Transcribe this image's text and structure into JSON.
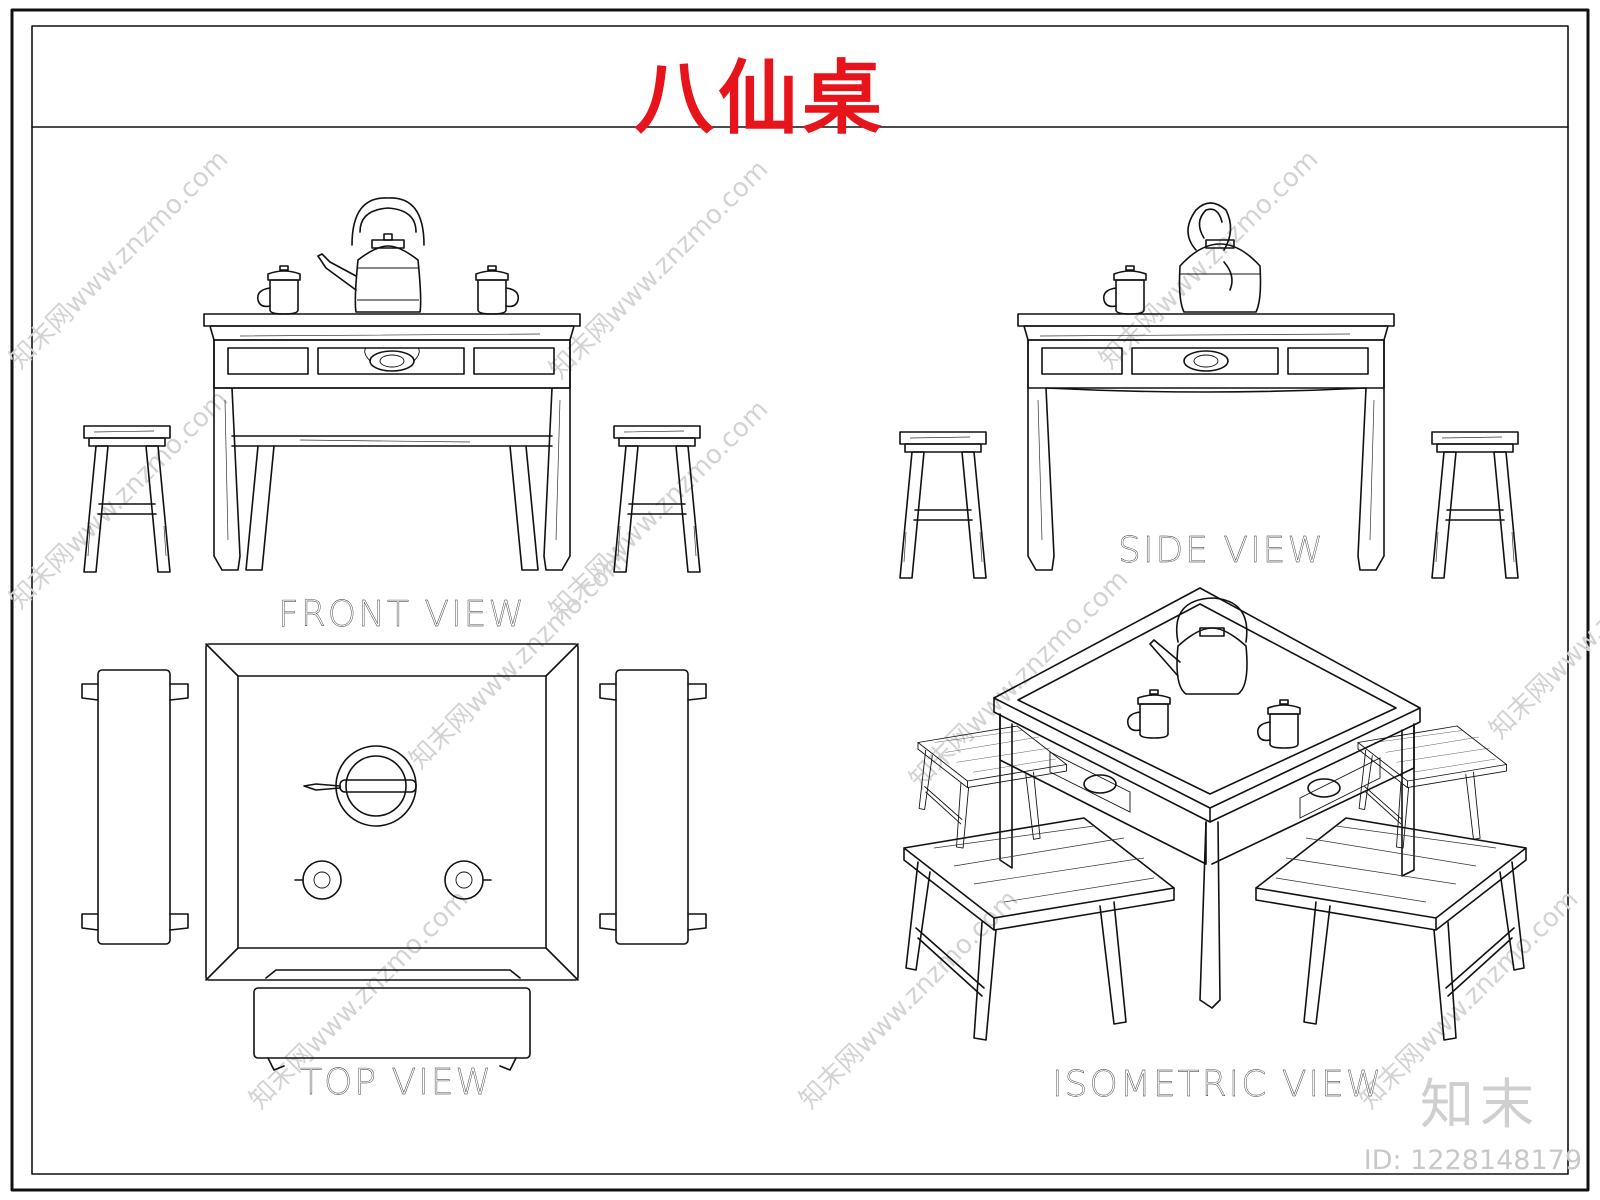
{
  "title": "八仙桌",
  "views": {
    "front": "FRONT VIEW",
    "side": "SIDE VIEW",
    "top": "TOP VIEW",
    "isometric": "ISOMETRIC VIEW"
  },
  "watermark": {
    "repeated_text": "知末网www.znzmo.com",
    "logo": "知末",
    "id": "ID: 1228148179"
  },
  "colors": {
    "title": "#e8141c",
    "line": "#111111",
    "watermark": "#d3d3d3"
  }
}
